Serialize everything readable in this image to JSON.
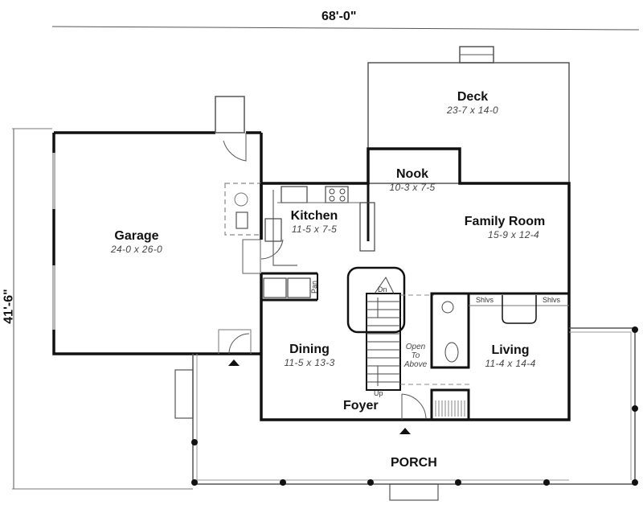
{
  "plan": {
    "overall_width": "68'-0\"",
    "overall_depth": "41'-6\"",
    "rooms": {
      "deck": {
        "name": "Deck",
        "size": "23-7 x 14-0"
      },
      "nook": {
        "name": "Nook",
        "size": "10-3 x 7-5"
      },
      "kitchen": {
        "name": "Kitchen",
        "size": "11-5 x 7-5"
      },
      "family_room": {
        "name": "Family Room",
        "size": "15-9 x 12-4"
      },
      "garage": {
        "name": "Garage",
        "size": "24-0 x 26-0"
      },
      "dining": {
        "name": "Dining",
        "size": "11-5 x 13-3"
      },
      "living": {
        "name": "Living",
        "size": "11-4 x 14-4"
      },
      "foyer": {
        "name": "Foyer"
      },
      "porch": {
        "name": "PORCH"
      }
    },
    "notes": {
      "open_to_above": [
        "Open",
        "To",
        "Above"
      ],
      "stairs_up": "Up",
      "stairs_down": "Dn",
      "shelves_left": "Shlvs",
      "shelves_right": "Shlvs",
      "pantry": "Pan"
    }
  }
}
